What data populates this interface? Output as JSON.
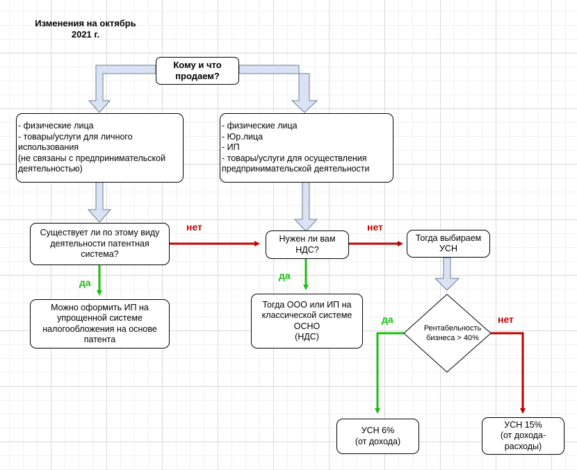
{
  "title": [
    "Изменения на октябрь",
    "2021 г."
  ],
  "nodes": {
    "question_root": [
      "Кому и что",
      "продаем?"
    ],
    "individuals": [
      "- физические лица",
      "- товары/услуги для личного",
      "использования",
      "(не связаны с предпринимательской",
      "деятельностью)"
    ],
    "businesses": [
      "- физические лица",
      "- Юр.лица",
      "- ИП",
      "- товары/услуги для осуществления",
      "предпринимательской деятельности"
    ],
    "patent_question": [
      "Существует ли по этому виду",
      "деятельности патентная",
      "система?"
    ],
    "patent_yes": [
      "Можно оформить ИП на",
      "упрощенной системе",
      "налогообложения на основе",
      "патента"
    ],
    "vat_question": [
      "Нужен ли вам",
      "НДС?"
    ],
    "vat_yes": [
      "Тогда ООО или ИП на",
      "классической системе",
      "ОСНО",
      "(НДС)"
    ],
    "usn_choice": [
      "Тогда выбираем",
      "УСН"
    ],
    "profitability": [
      "Рентабельность",
      "бизнеса > 40%"
    ],
    "usn6": [
      "УСН 6%",
      "(от дохода)"
    ],
    "usn15": [
      "УСН 15%",
      "(от дохода-",
      "расходы)"
    ]
  },
  "labels": {
    "no": "нет",
    "yes": "да"
  },
  "colors": {
    "no": "#c00000",
    "yes": "#1cbd12",
    "block_arrow_fill": "#dae3f3",
    "block_arrow_stroke": "#6e7c91"
  }
}
